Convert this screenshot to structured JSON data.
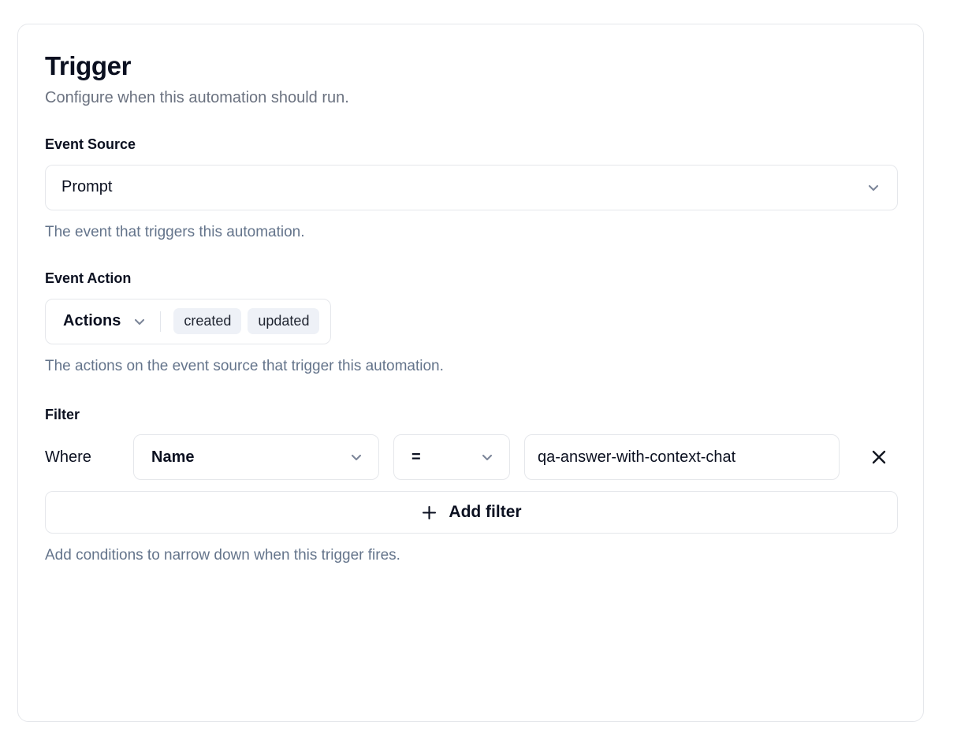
{
  "card": {
    "title": "Trigger",
    "subtitle": "Configure when this automation should run."
  },
  "event_source": {
    "label": "Event Source",
    "selected": "Prompt",
    "help": "The event that triggers this automation.",
    "chevron_icon": "chevron-down-icon"
  },
  "event_action": {
    "label": "Event Action",
    "trigger_label": "Actions",
    "selected_actions": [
      "created",
      "updated"
    ],
    "help": "The actions on the event source that trigger this automation.",
    "chevron_icon": "chevron-down-icon"
  },
  "filter": {
    "label": "Filter",
    "where_label": "Where",
    "field_value": "Name",
    "operator_value": "=",
    "value_text": "qa-answer-with-context-chat",
    "remove_icon": "close-icon",
    "add_filter_label": "Add filter",
    "add_filter_icon": "plus-icon",
    "help": "Add conditions to narrow down when this trigger fires."
  },
  "colors": {
    "text_primary": "#0b1020",
    "text_muted": "#64748b",
    "border": "#e5e7eb",
    "pill_bg": "#eef1f7",
    "chevron": "#7c8699"
  }
}
